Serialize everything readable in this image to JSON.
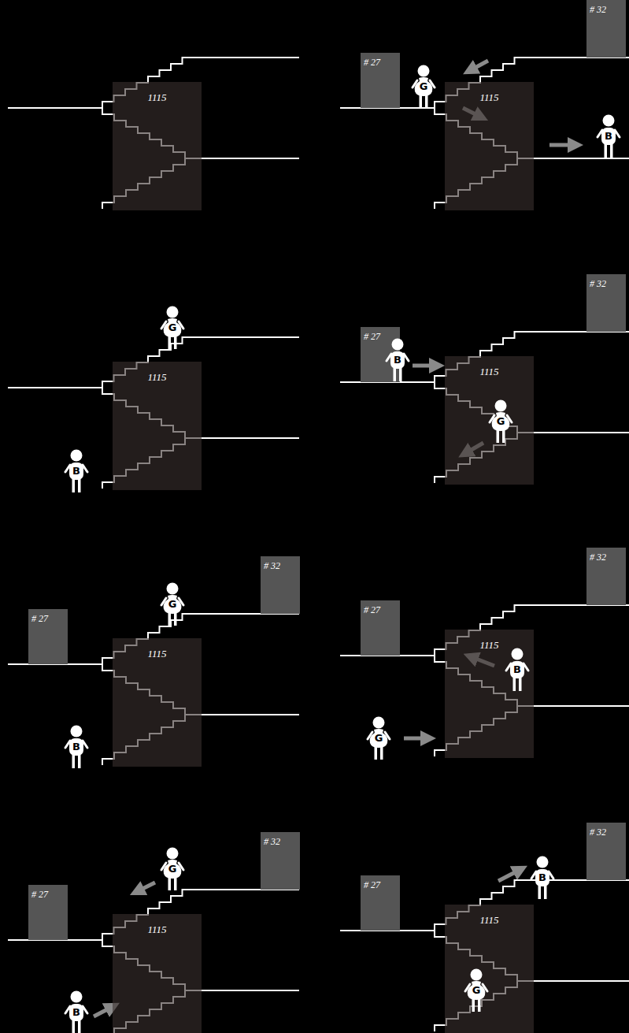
{
  "diagram": {
    "nodes": [
      {
        "text": [
          "1115"
        ]
      },
      {
        "text": [
          "# 27"
        ]
      },
      {
        "text": [
          "# 32"
        ]
      },
      {
        "text": [
          "1115"
        ]
      },
      {
        "text": [
          "G"
        ]
      },
      {
        "text": [
          "B"
        ]
      },
      {
        "text": [
          "1115"
        ]
      },
      {
        "text": [
          "G"
        ]
      },
      {
        "text": [
          "B"
        ]
      },
      {
        "text": [
          "# 27"
        ]
      },
      {
        "text": [
          "# 32"
        ]
      },
      {
        "text": [
          "1115"
        ]
      },
      {
        "text": [
          "B"
        ]
      },
      {
        "text": [
          "G"
        ]
      },
      {
        "text": [
          "# 27"
        ]
      },
      {
        "text": [
          "# 32"
        ]
      },
      {
        "text": [
          "1115"
        ]
      },
      {
        "text": [
          "G"
        ]
      },
      {
        "text": [
          "B"
        ]
      },
      {
        "text": [
          "# 27"
        ]
      },
      {
        "text": [
          "# 32"
        ]
      },
      {
        "text": [
          "1115"
        ]
      },
      {
        "text": [
          "B"
        ]
      },
      {
        "text": [
          "G"
        ]
      },
      {
        "text": [
          "# 27"
        ]
      },
      {
        "text": [
          "# 32"
        ]
      },
      {
        "text": [
          "1115"
        ]
      },
      {
        "text": [
          "G"
        ]
      },
      {
        "text": [
          "B"
        ]
      },
      {
        "text": [
          "# 27"
        ]
      },
      {
        "text": [
          "# 32"
        ]
      },
      {
        "text": [
          "1115"
        ]
      },
      {
        "text": [
          "B"
        ]
      },
      {
        "text": [
          "G"
        ]
      }
    ]
  }
}
